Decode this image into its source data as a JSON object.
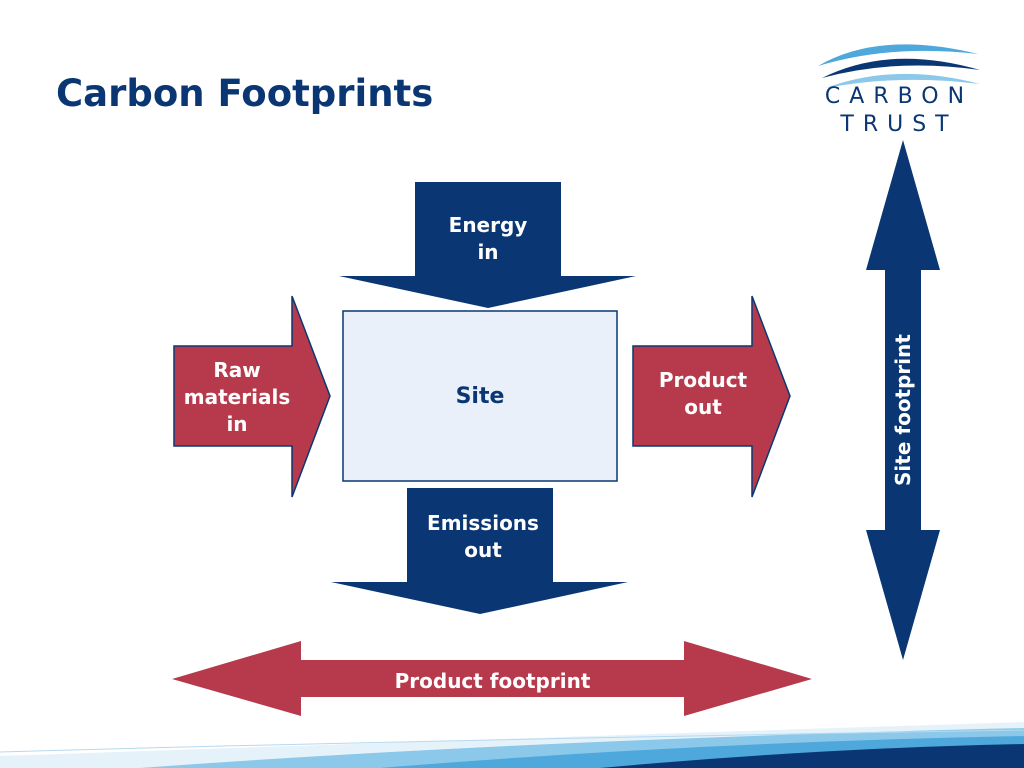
{
  "title": "Carbon Footprints",
  "logo": {
    "line1": "CARBON",
    "line2": "TRUST"
  },
  "diagram": {
    "center": "Site",
    "energy_in": [
      "Energy",
      "in"
    ],
    "raw_materials_in": [
      "Raw",
      "materials",
      "in"
    ],
    "product_out": [
      "Product",
      "out"
    ],
    "emissions_out": [
      "Emissions",
      "out"
    ],
    "product_footprint": "Product footprint",
    "site_footprint": "Site footprint"
  },
  "colors": {
    "navy": "#0a3773",
    "red": "#b73a4c",
    "site_fill": "#e9f0f9",
    "site_border": "#0a3773",
    "wave_light": "#4ea8dc"
  }
}
